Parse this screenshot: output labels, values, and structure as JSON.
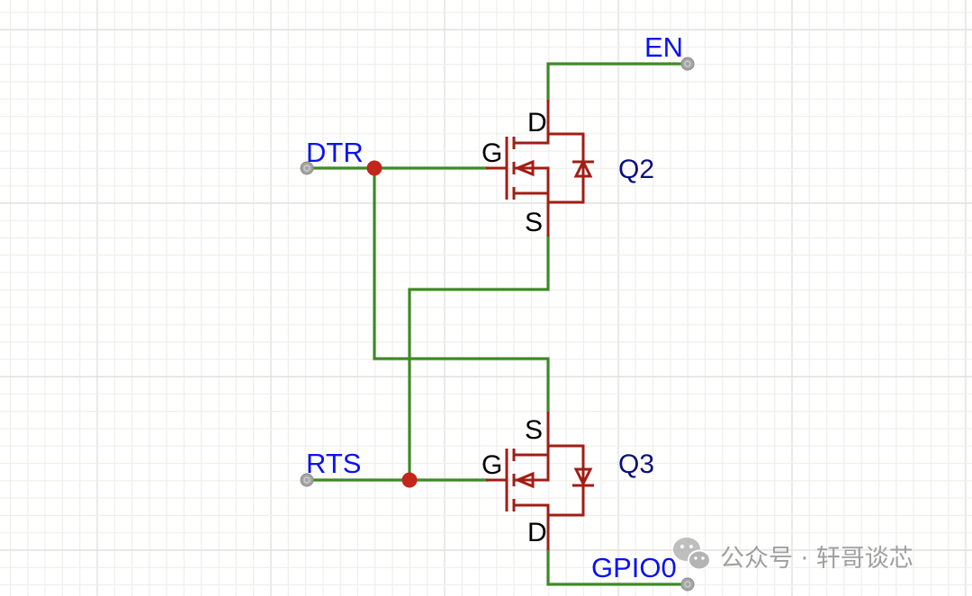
{
  "diagram": {
    "type": "schematic",
    "title": "Auto-reset circuit (DTR/RTS to EN/GPIO0)",
    "nets": {
      "en": "EN",
      "dtr": "DTR",
      "rts": "RTS",
      "gpio0": "GPIO0"
    },
    "components": [
      {
        "ref": "Q2",
        "type": "N-MOSFET with body diode",
        "pins": {
          "gate": "G",
          "drain": "D",
          "source": "S"
        },
        "connections": {
          "gate": "DTR",
          "drain": "EN",
          "source": "RTS"
        }
      },
      {
        "ref": "Q3",
        "type": "N-MOSFET with body diode",
        "pins": {
          "gate": "G",
          "drain": "D",
          "source": "S"
        },
        "connections": {
          "gate": "RTS",
          "drain": "GPIO0",
          "source": "DTR"
        }
      }
    ],
    "junctions": [
      "DTR",
      "RTS"
    ]
  },
  "colors": {
    "wire": "#3d8a24",
    "symbol": "#a11d14",
    "junction": "#c4261c",
    "net_label": "#0b12f0",
    "ref_label": "#0b0f7a",
    "port": "#a4a4a4"
  },
  "watermark": {
    "icon": "wechat-icon",
    "text": "公众号 · 轩哥谈芯"
  }
}
